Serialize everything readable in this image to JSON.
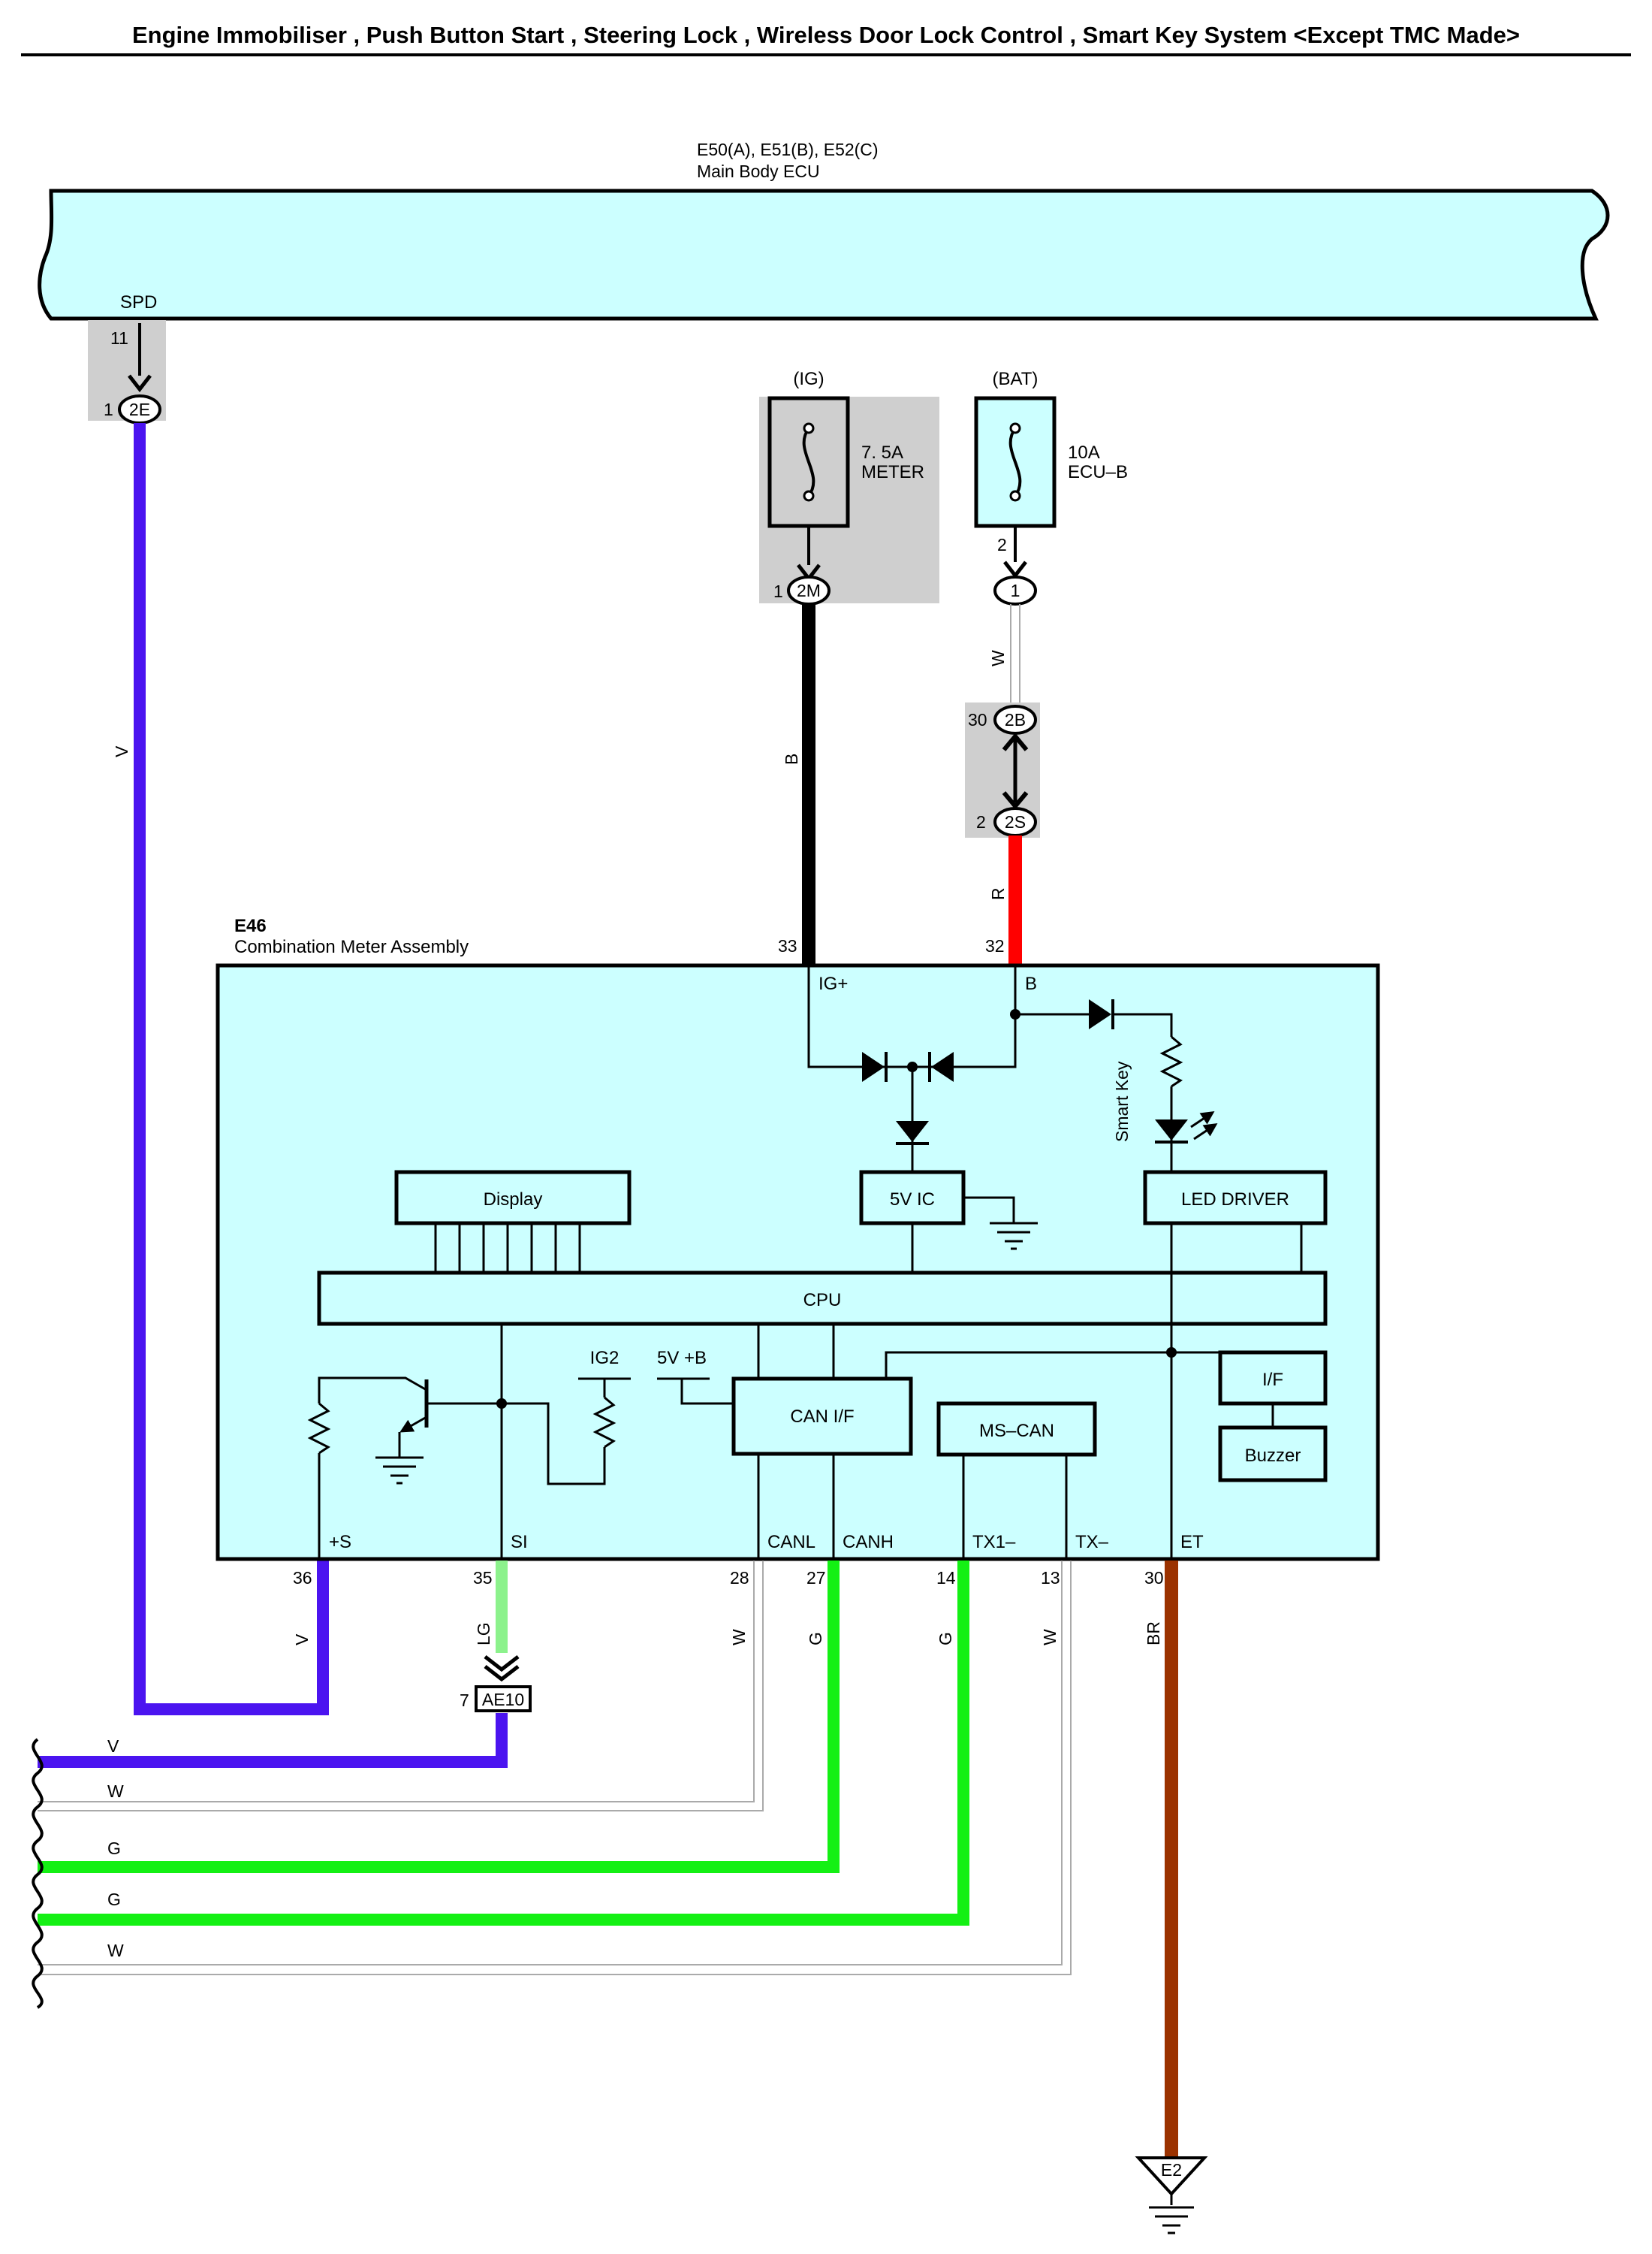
{
  "title": "Engine Immobiliser , Push Button Start , Steering Lock , Wireless Door Lock Control , Smart Key System <Except TMC Made>",
  "ecu": {
    "code": "E50(A), E51(B), E52(C)",
    "name": "Main Body ECU",
    "terminal": "SPD",
    "pin": "11"
  },
  "connectors": {
    "c2E": {
      "id": "2E",
      "pin": "1"
    },
    "c2M": {
      "id": "2M",
      "pin": "1"
    },
    "c1": {
      "id": "1",
      "pin": "2"
    },
    "c2B": {
      "id": "2B",
      "pin": "30"
    },
    "c2S": {
      "id": "2S",
      "pin": "2"
    },
    "cAE10": {
      "id": "AE10",
      "pin": "7"
    }
  },
  "fuses": {
    "ig": {
      "source": "(IG)",
      "rating": "7. 5A",
      "name": "METER"
    },
    "bat": {
      "source": "(BAT)",
      "rating": "10A",
      "name": "ECU–B"
    }
  },
  "meter": {
    "code": "E46",
    "name": "Combination Meter Assembly",
    "top_pins": [
      {
        "pin": "33",
        "terminal": "IG+"
      },
      {
        "pin": "32",
        "terminal": "B"
      }
    ],
    "bottom_pins": [
      {
        "pin": "36",
        "terminal": "+S"
      },
      {
        "pin": "35",
        "terminal": "SI"
      },
      {
        "pin": "28",
        "terminal": "CANL"
      },
      {
        "pin": "27",
        "terminal": "CANH"
      },
      {
        "pin": "14",
        "terminal": "TX1–"
      },
      {
        "pin": "13",
        "terminal": "TX–"
      },
      {
        "pin": "30",
        "terminal": "ET"
      }
    ],
    "blocks": {
      "display": "Display",
      "ic5v": "5V IC",
      "led_driver": "LED DRIVER",
      "cpu": "CPU",
      "can_if": "CAN I/F",
      "ms_can": "MS–CAN",
      "if": "I/F",
      "buzzer": "Buzzer",
      "ig2": "IG2",
      "v5b": "5V +B",
      "smart_key": "Smart Key"
    }
  },
  "wire_colors": {
    "V": "V",
    "B": "B",
    "W": "W",
    "R": "R",
    "LG": "LG",
    "G": "G",
    "BR": "BR"
  },
  "wire_hex": {
    "V": "#4b14f0",
    "B": "#000000",
    "W": "#c8c8c8",
    "R": "#ff0000",
    "LG": "#8cf28c",
    "G": "#14f014",
    "BR": "#9b3200",
    "component_fill": "#ccffff",
    "splice_bg": "#cfcfcf"
  },
  "left_wires": [
    "V",
    "W",
    "G",
    "G",
    "W"
  ],
  "ground": "E2"
}
